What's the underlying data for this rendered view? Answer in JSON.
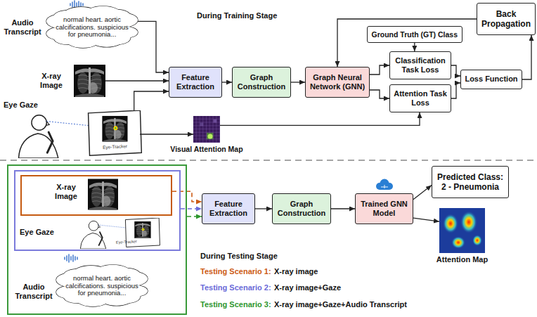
{
  "diagram": {
    "nodes": [
      {
        "text": [
          "Audio Transcript",
          "normal heart. aortic calcifications. suspicious for pneumonia..."
        ]
      },
      {
        "text": [
          "X-ray Image"
        ]
      },
      {
        "text": [
          "Eye Gaze"
        ]
      },
      {
        "text": [
          "Feature Extraction"
        ]
      },
      {
        "text": [
          "Graph Construction"
        ]
      },
      {
        "text": [
          "Graph Neural Network (GNN)"
        ]
      },
      {
        "text": [
          "Ground Truth (GT) Class"
        ]
      },
      {
        "text": [
          "Back Propagation"
        ]
      },
      {
        "text": [
          "Classification Task Loss"
        ]
      },
      {
        "text": [
          "Attention Task Loss"
        ]
      },
      {
        "text": [
          "Loss Function"
        ]
      },
      {
        "text": [
          "Visual Attention Map"
        ]
      },
      {
        "text": [
          "Audio Transcript"
        ]
      },
      {
        "text": [
          "Eye Gaze"
        ],
        "in": 12
      },
      {
        "text": [
          "X-ray Image"
        ],
        "in": 13
      },
      {
        "text": [
          "normal heart. aortic calcifications. suspicious for pneumonia..."
        ],
        "in": 12
      },
      {
        "text": [
          "Feature Extraction"
        ]
      },
      {
        "text": [
          "Graph Construction"
        ]
      },
      {
        "text": [
          "Trained GNN Model"
        ]
      },
      {
        "text": [
          "Predicted Class: 2 - Pneumonia"
        ]
      },
      {
        "text": [
          "Attention Map"
        ]
      }
    ],
    "edges": [
      {
        "from": 0,
        "to": 3,
        "arrow": "to"
      },
      {
        "from": 1,
        "to": 3,
        "arrow": "to"
      },
      {
        "from": 2,
        "to": 3,
        "arrow": "to"
      },
      {
        "from": 2,
        "to": 11,
        "arrow": "to"
      },
      {
        "from": 11,
        "to": 9,
        "arrow": "to"
      },
      {
        "from": 3,
        "to": 4,
        "arrow": "to"
      },
      {
        "from": 4,
        "to": 5,
        "arrow": "to"
      },
      {
        "from": 5,
        "to": 8,
        "arrow": "to"
      },
      {
        "from": 5,
        "to": 9,
        "arrow": "to"
      },
      {
        "from": 6,
        "to": 8,
        "arrow": "to"
      },
      {
        "from": 8,
        "to": 10,
        "arrow": "to"
      },
      {
        "from": 9,
        "to": 10,
        "arrow": "to"
      },
      {
        "from": 10,
        "to": 7,
        "arrow": "to"
      },
      {
        "from": 7,
        "to": 5,
        "arrow": "to"
      },
      {
        "from": 14,
        "to": 16,
        "arrow": "to"
      },
      {
        "from": 13,
        "to": 16,
        "arrow": "to"
      },
      {
        "from": 12,
        "to": 16,
        "arrow": "to"
      },
      {
        "from": 16,
        "to": 17,
        "arrow": "to"
      },
      {
        "from": 17,
        "to": 18,
        "arrow": "to"
      },
      {
        "from": 18,
        "to": 19,
        "arrow": "to"
      },
      {
        "from": 18,
        "to": 20,
        "arrow": "to"
      }
    ],
    "labels": [
      "During Training Stage",
      "Eye-Tracker",
      "Eye-Tracker",
      "During Testing Stage",
      "Testing Scenario 1:",
      "X-ray image",
      "Testing Scenario 2:",
      "X-ray image+Gaze",
      "Testing Scenario 3:",
      "X-ray image+Gaze+Audio Transcript"
    ]
  }
}
